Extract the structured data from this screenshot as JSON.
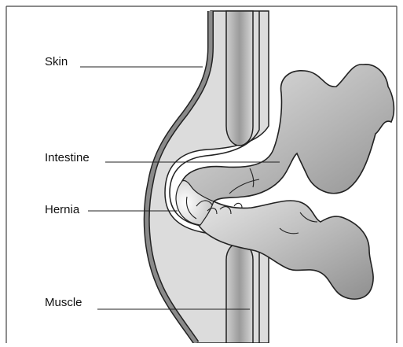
{
  "labels": {
    "skin": "Skin",
    "intestine": "Intestine",
    "hernia": "Hernia",
    "muscle": "Muscle"
  },
  "colors": {
    "frame": "#444444",
    "tissue_fill": "#d3d3d3",
    "intestine_fill": "#b8b8b8",
    "skin_band": "#8a8a8a",
    "outline": "#222222"
  }
}
